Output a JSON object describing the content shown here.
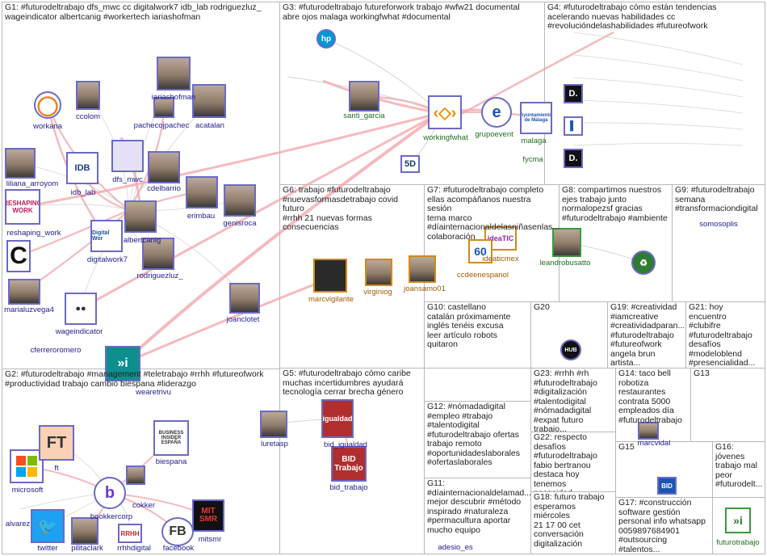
{
  "colors": {
    "edge_pink": "#f3a3a8",
    "edge_gray": "#c8c8c8",
    "panel_border": "#b8b8b8",
    "label_blue": "#1e1e8a",
    "label_green": "#1e6e1e",
    "label_orange": "#a05b00"
  },
  "groups": [
    {
      "id": "G1",
      "text": "G1: #futurodeltrabajo dfs_mwc cc digitalwork7 idb_lab rodriguezluz_\nwageindicator albertcanig #workertech iariashofman"
    },
    {
      "id": "G2",
      "text": "G2: #futurodeltrabajo #management #teletrabajo #rrhh #futureofwork\n#productividad trabajo cambio biespana #liderazgo"
    },
    {
      "id": "G3",
      "text": "G3: #futurodeltrabajo futureforwork trabajo #wfw21 documental\nabre ojos malaga workingfwhat #documental"
    },
    {
      "id": "G4",
      "text": "G4: #futurodeltrabajo cómo están tendencias\nacelerando nuevas habilidades cc\n#revolucióndelashabilidades #futureofwork"
    },
    {
      "id": "G5",
      "text": "G5: #futurodeltrabajo cómo caribe\nmuchas incertidumbres ayudará\ntecnología cerrar brecha género"
    },
    {
      "id": "G6",
      "text": "G6: trabajo #futurodeltrabajo\n#nuevasformasdetrabajo covid futuro\n#rrhh 21 nuevas formas\nconsecuencias"
    },
    {
      "id": "G7",
      "text": "G7: #futurodeltrabajo completo\nellas acompáñanos nuestra sesión\ntema marco\n#díainternacionaldelasniñasenlas...\ncolaboración"
    },
    {
      "id": "G8",
      "text": "G8: compartimos nuestros\nejes trabajo junto\nnormalopezsf gracias\n#futurodeltrabajo #ambiente"
    },
    {
      "id": "G9",
      "text": "G9: #futurodeltrabajo\nsemana\n#transformaciondigital"
    },
    {
      "id": "G10",
      "text": "G10: castellano\ncatalán próximamente\ninglés tenéis excusa\nleer artículo robots\nquitaron"
    },
    {
      "id": "G11",
      "text": "G11:\n#díainternacionaldelamad...\nmejor descubrir #método\ninspirado #naturaleza\n#permacultura aportar\nmucho equipo"
    },
    {
      "id": "G12",
      "text": "G12: #nómadadigital\n#empleo #trabajo\n#talentodigital\n#futurodeltrabajo ofertas\ntrabajo remoto\n#oportunidadeslaborales\n#ofertaslaborales"
    },
    {
      "id": "G13",
      "text": "G13"
    },
    {
      "id": "G14",
      "text": "G14: taco bell\nrobotiza\nrestaurantes\ncontrata 5000\nempleados día\n#futurodeltrabajo"
    },
    {
      "id": "G15",
      "text": "G15"
    },
    {
      "id": "G16",
      "text": "G16:\njóvenes\ntrabajo mal\npeor\n#futurodelt..."
    },
    {
      "id": "G17",
      "text": "G17: #construcción\nsoftware gestión\npersonal info whatsapp\n0059897684901\n#outsourcing #talentos..."
    },
    {
      "id": "G18",
      "text": "G18: futuro trabajo\nesperamos miércoles\n21 17 00 cet\nconversación\ndigitalización"
    },
    {
      "id": "G19",
      "text": "G19: #creatividad\n#iamcreative\n#creatividadparan...\n#futurodeltrabajo\n#futureofwork\nangela brun artista..."
    },
    {
      "id": "G20",
      "text": "G20"
    },
    {
      "id": "G21",
      "text": "G21: hoy encuentro\n#clubifre\n#futurodeltrabajo\ndesafíos\n#modeloblend\n#presencialidad..."
    },
    {
      "id": "G22",
      "text": "G22: respecto\ndesafíos\n#futurodeltrabajo\nfabio bertranou\ndestaca hoy tenemos\nnecesidad..."
    },
    {
      "id": "G23",
      "text": "G23: #rrhh #rh\n#futurodeltrabajo\n#digitalización\n#talentodigital\n#nómadadigital\n#expat futuro trabajo..."
    }
  ],
  "nodes": [
    {
      "id": "workana",
      "label": "workana",
      "badge": "◯"
    },
    {
      "id": "ccolom",
      "label": "ccolom",
      "badge": ""
    },
    {
      "id": "iariashofman",
      "label": "iariashofman",
      "badge": ""
    },
    {
      "id": "pachecojpachec",
      "label": "pachecojpachec",
      "badge": ""
    },
    {
      "id": "acatalan",
      "label": "acatalan",
      "badge": ""
    },
    {
      "id": "liliana_arroyom",
      "label": "liliana_arroyom",
      "badge": ""
    },
    {
      "id": "idb_lab",
      "label": "idb_lab",
      "badge": "IDB"
    },
    {
      "id": "dfs_mwc",
      "label": "dfs_mwc",
      "badge": ""
    },
    {
      "id": "cdelbarrio",
      "label": "cdelbarrio",
      "badge": ""
    },
    {
      "id": "erimbau",
      "label": "erimbau",
      "badge": ""
    },
    {
      "id": "genisroca",
      "label": "genisroca",
      "badge": ""
    },
    {
      "id": "reshaping_work",
      "label": "reshaping_work",
      "badge": "RESHAPING WORK"
    },
    {
      "id": "albertcanig",
      "label": "albertcanig",
      "badge": ""
    },
    {
      "id": "digitalwork7",
      "label": "digitalwork7",
      "badge": "Digital Wor"
    },
    {
      "id": "rodriguezluz_",
      "label": "rodriguezluz_",
      "badge": ""
    },
    {
      "id": "marialuzvega4",
      "label": "marialuzvega4",
      "badge": ""
    },
    {
      "id": "wageindicator",
      "label": "wageindicator",
      "badge": ""
    },
    {
      "id": "cferreroromero",
      "label": "cferreroromero",
      "badge": ""
    },
    {
      "id": "joanclotet",
      "label": "joanclotet",
      "badge": ""
    },
    {
      "id": "santi_garcia",
      "label": "santi_garcia",
      "badge": ""
    },
    {
      "id": "workingfwhat",
      "label": "workingfwhat",
      "badge": ""
    },
    {
      "id": "grupoeventia",
      "label": "grupoevent",
      "badge": "e"
    },
    {
      "id": "malaga",
      "label": "malaga",
      "badge": "Ayuntamiento de Málaga"
    },
    {
      "id": "fycma",
      "label": "fycma",
      "badge": ""
    },
    {
      "id": "marcvigilante",
      "label": "marcvigilante",
      "badge": ""
    },
    {
      "id": "virginiog",
      "label": "virginiog",
      "badge": ""
    },
    {
      "id": "joansamo01",
      "label": "joansamo01",
      "badge": ""
    },
    {
      "id": "ideaticmex",
      "label": "ideaticmex",
      "badge": "ideaTIC"
    },
    {
      "id": "ccdeenespanol",
      "label": "ccdeenespanol",
      "badge": "60"
    },
    {
      "id": "leandrobusatto",
      "label": "leandrobusatto",
      "badge": ""
    },
    {
      "id": "microsoft",
      "label": "microsoft",
      "badge": ""
    },
    {
      "id": "ft",
      "label": "ft",
      "badge": "FT"
    },
    {
      "id": "biespana",
      "label": "biespana",
      "badge": "BUSINESS INSIDER ESPAÑA"
    },
    {
      "id": "bookkercorp",
      "label": "bookkercorp",
      "badge": "b"
    },
    {
      "id": "cokker",
      "label": "cokker",
      "badge": ""
    },
    {
      "id": "mitsmr",
      "label": "mitsmr",
      "badge": "MIT SMR"
    },
    {
      "id": "twitter",
      "label": "twitter",
      "badge": "🐦"
    },
    {
      "id": "pilitaclark",
      "label": "pilitaclark",
      "badge": ""
    },
    {
      "id": "rrhhdigital",
      "label": "rrhhdigital",
      "badge": "RRHH"
    },
    {
      "id": "facebook",
      "label": "facebook",
      "badge": "FB"
    },
    {
      "id": "alvarez",
      "label": "alvarez",
      "badge": ""
    },
    {
      "id": "wearetrivu",
      "label": "wearetrivu",
      "badge": "»i"
    },
    {
      "id": "luretasp",
      "label": "luretasp",
      "badge": ""
    },
    {
      "id": "bid_igualdad",
      "label": "bid_igualdad",
      "badge": "igualdad"
    },
    {
      "id": "bid_trabajo",
      "label": "bid_trabajo",
      "badge": "BID Trabajo"
    },
    {
      "id": "adesio_es",
      "label": "adesio_es",
      "badge": ""
    },
    {
      "id": "marcvidal",
      "label": "marcvidal",
      "badge": ""
    },
    {
      "id": "futurotrabajo",
      "label": "futurotrabajo",
      "badge": "»i"
    },
    {
      "id": "somosoplis",
      "label": "somosoplis",
      "badge": ""
    }
  ]
}
